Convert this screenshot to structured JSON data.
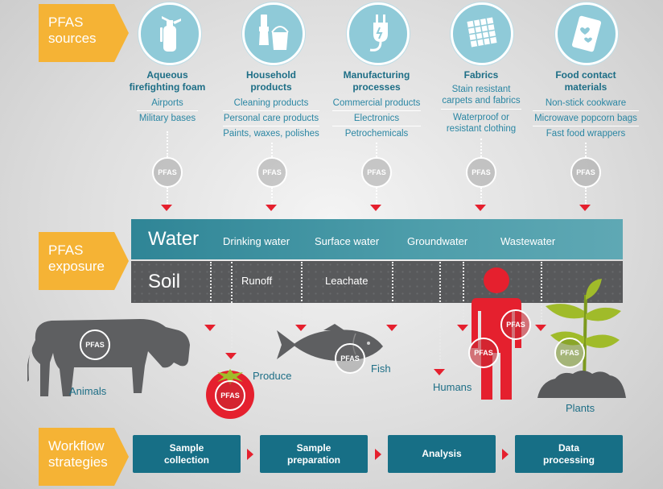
{
  "stages": {
    "sources": "PFAS\nsources",
    "exposure": "PFAS\nexposure",
    "workflow": "Workflow\nstrategies"
  },
  "sources": [
    {
      "icon": "fire-extinguisher-icon",
      "title": "Aqueous\nfirefighting foam",
      "items": [
        "Airports",
        "Military bases"
      ]
    },
    {
      "icon": "paint-brush-bucket-icon",
      "title": "Household\nproducts",
      "items": [
        "Cleaning products",
        "Personal care products",
        "Paints, waxes, polishes"
      ]
    },
    {
      "icon": "power-plug-icon",
      "title": "Manufacturing\nprocesses",
      "items": [
        "Commercial products",
        "Electronics",
        "Petrochemicals"
      ]
    },
    {
      "icon": "fabric-swatch-icon",
      "title": "Fabrics",
      "items": [
        "Stain resistant\ncarpets and fabrics",
        "Waterproof or\nresistant clothing"
      ]
    },
    {
      "icon": "food-wrapper-icon",
      "title": "Food contact\nmaterials",
      "items": [
        "Non-stick cookware",
        "Microwave popcorn bags",
        "Fast food wrappers"
      ]
    }
  ],
  "badge_text": "PFAS",
  "water": {
    "title": "Water",
    "items": [
      "Drinking water",
      "Surface water",
      "Groundwater",
      "Wastewater"
    ]
  },
  "soil": {
    "title": "Soil",
    "items": [
      "Runoff",
      "Leachate"
    ]
  },
  "receptors": [
    {
      "icon": "cow-icon",
      "label": "Animals"
    },
    {
      "icon": "tomato-icon",
      "label": "Produce"
    },
    {
      "icon": "fish-icon",
      "label": "Fish"
    },
    {
      "icon": "human-icon",
      "label": "Humans"
    },
    {
      "icon": "plant-icon",
      "label": "Plants"
    }
  ],
  "workflow": [
    "Sample\ncollection",
    "Sample\npreparation",
    "Analysis",
    "Data\nprocessing"
  ],
  "colors": {
    "accent": "#f5b335",
    "teal": "#176f86",
    "light_teal": "#8fcad8",
    "red": "#e5202e",
    "soil": "#58595b",
    "water": "#2f8596",
    "plant": "#a0bb2a"
  }
}
